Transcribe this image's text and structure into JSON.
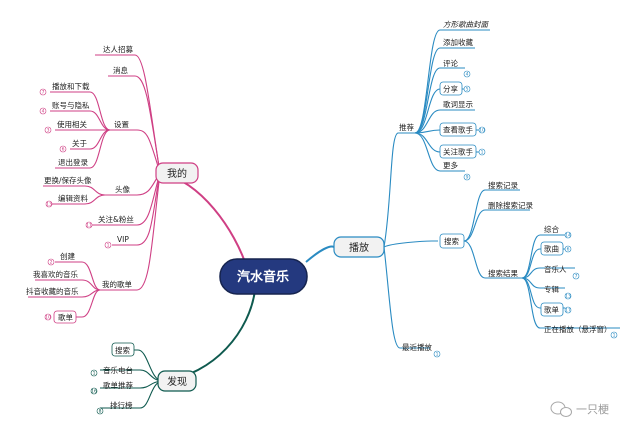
{
  "title": "汽水音乐",
  "colors": {
    "wode": "#cf3f84",
    "faxian": "#0f5a4f",
    "bofang": "#2a8bc2",
    "center": "#24397f"
  },
  "branches": {
    "wode": "我的",
    "faxian": "发现",
    "bofang": "播放"
  },
  "wode": {
    "daren": "达人招募",
    "xiaoxi": "消息",
    "shezhi": {
      "label": "设置",
      "items": [
        {
          "label": "播放和下载",
          "num": "7"
        },
        {
          "label": "账号与隐私",
          "num": "4"
        },
        {
          "label": "使用相关",
          "num": "3"
        },
        {
          "label": "关于",
          "num": "6"
        },
        {
          "label": "退出登录",
          "num": ""
        }
      ]
    },
    "touxiang": {
      "label": "头像",
      "items": [
        {
          "label": "更换/保存头像",
          "num": ""
        },
        {
          "label": "编辑资料",
          "num": "13"
        }
      ]
    },
    "guanzhu": {
      "label": "关注&粉丝",
      "num": "11"
    },
    "vip": {
      "label": "VIP",
      "num": "1"
    },
    "gedan": {
      "label": "我的歌单",
      "items": [
        {
          "label": "创建",
          "num": "2"
        },
        {
          "label": "我喜欢的音乐",
          "num": ""
        },
        {
          "label": "抖音收藏的音乐",
          "num": ""
        },
        {
          "label": "歌单",
          "num": "10"
        }
      ]
    }
  },
  "faxian": {
    "items": [
      {
        "label": "搜索",
        "num": ""
      },
      {
        "label": "音乐电台",
        "num": "1"
      },
      {
        "label": "歌单推荐",
        "num": "16"
      },
      {
        "label": "排行榜",
        "num": "8"
      }
    ]
  },
  "bofang": {
    "tuijian": {
      "label": "推荐",
      "items": [
        {
          "label": "方形歌曲封面",
          "num": ""
        },
        {
          "label": "添加收藏",
          "num": ""
        },
        {
          "label": "评论",
          "num": "4"
        },
        {
          "label": "分享",
          "num": "5"
        },
        {
          "label": "歌词显示",
          "num": ""
        },
        {
          "label": "查看歌手",
          "num": "10"
        },
        {
          "label": "关注歌手",
          "num": "1"
        },
        {
          "label": "更多",
          "num": "9"
        }
      ]
    },
    "sousuo": {
      "label": "搜索",
      "jilu": "搜索记录",
      "shanchu": "删除搜索记录",
      "jieguo": {
        "label": "搜索结果",
        "items": [
          {
            "label": "综合",
            "num": "14"
          },
          {
            "label": "歌曲",
            "num": "6"
          },
          {
            "label": "音乐人",
            "num": "7"
          },
          {
            "label": "专辑",
            "num": "13"
          },
          {
            "label": "歌单",
            "num": "17"
          },
          {
            "label": "正在播放（悬浮窗）",
            "num": "1"
          }
        ]
      }
    },
    "zuijin": {
      "label": "最近播放",
      "num": "1"
    }
  },
  "watermark": "一只梗"
}
